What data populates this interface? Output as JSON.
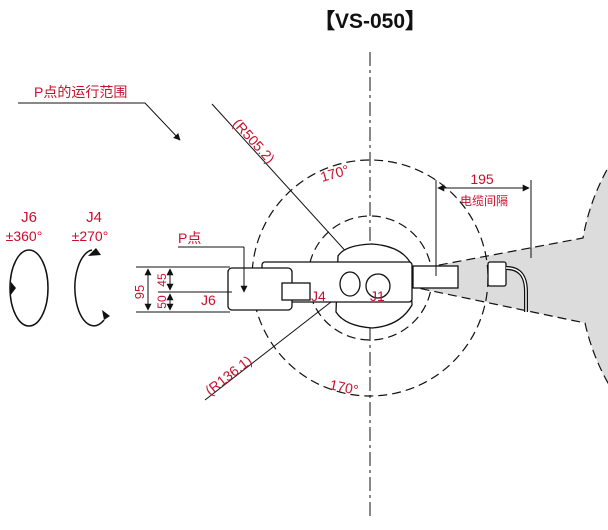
{
  "title": "【VS-050】",
  "work_area_label": "P点的运行范围",
  "outer_radius_label": "(R505.2)",
  "inner_radius_label": "(R136.1)",
  "angle_top_label": "170°",
  "angle_bottom_label": "170°",
  "cable_dim_value": "195",
  "cable_dim_label": "电缆间隔",
  "point_p_label": "P点",
  "joints": {
    "j6_name": "J6",
    "j6_range": "±360°",
    "j4_name": "J4",
    "j4_range": "±270°",
    "j6_on_arm": "J6",
    "j4_on_arm": "J4",
    "j1_on_arm": "J1"
  },
  "dims": {
    "d95": "95",
    "d50": "50",
    "d45": "45"
  },
  "colors": {
    "area_fill": "#dcdcdc",
    "label_red": "#c8102e",
    "line": "#111111"
  }
}
